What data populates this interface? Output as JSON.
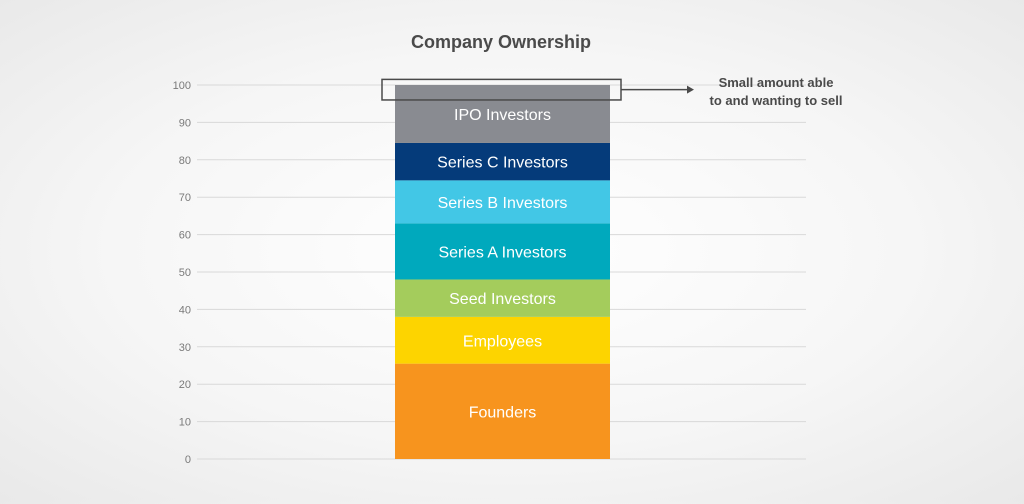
{
  "chart_data": {
    "type": "bar",
    "title": "Company Ownership",
    "xlabel": "",
    "ylabel": "",
    "ylim": [
      0,
      100
    ],
    "yticks": [
      0,
      10,
      20,
      30,
      40,
      50,
      60,
      70,
      80,
      90,
      100
    ],
    "grid": true,
    "stacked": true,
    "categories": [
      ""
    ],
    "series": [
      {
        "name": "Founders",
        "values": [
          25.5
        ],
        "color": "#f7941e"
      },
      {
        "name": "Employees",
        "values": [
          12.5
        ],
        "color": "#fdd400"
      },
      {
        "name": "Seed Investors",
        "values": [
          10
        ],
        "color": "#a4cc5c"
      },
      {
        "name": "Series A Investors",
        "values": [
          15
        ],
        "color": "#00a9bd"
      },
      {
        "name": "Series B Investors",
        "values": [
          11.5
        ],
        "color": "#42c7e6"
      },
      {
        "name": "Series C Investors",
        "values": [
          10
        ],
        "color": "#053b7a"
      },
      {
        "name": "IPO Investors",
        "values": [
          15.5
        ],
        "color": "#898b91"
      }
    ],
    "annotation": {
      "lines": [
        "Small amount able",
        "to and wanting to sell"
      ],
      "range": [
        96,
        101.5
      ]
    }
  }
}
